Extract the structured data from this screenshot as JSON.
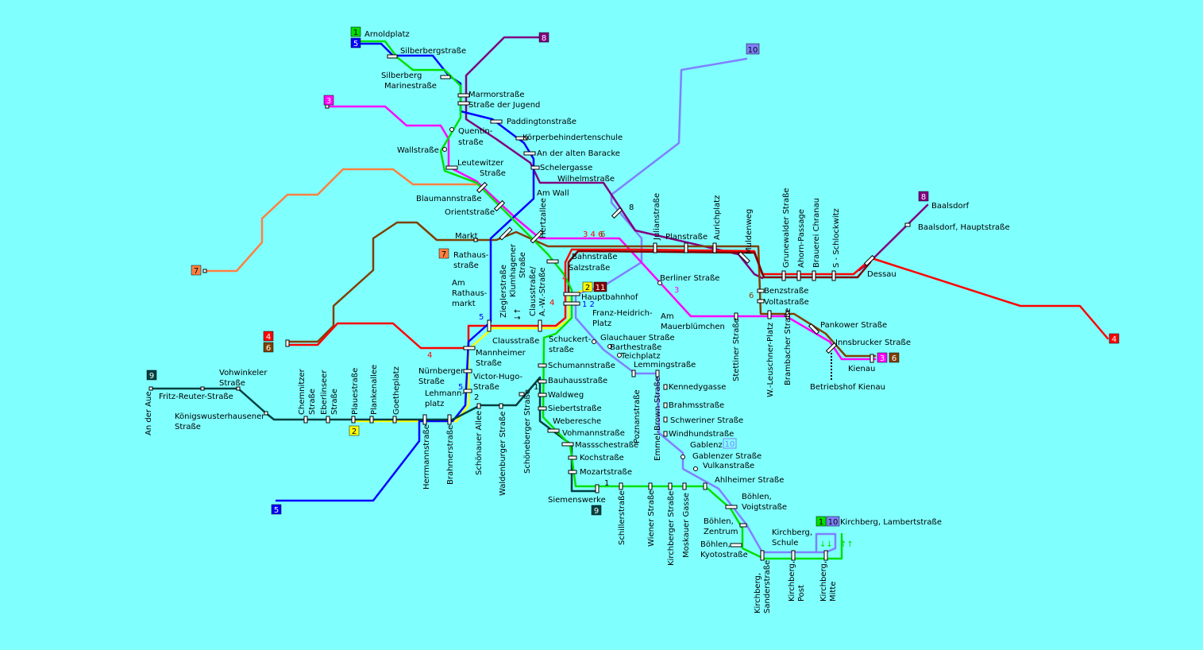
{
  "colors": {
    "background": "#80ffff",
    "line1": "#00e000",
    "line2": "#ffff00",
    "line3": "#ff00ff",
    "line4": "#ff0000",
    "line5": "#0000ff",
    "line6": "#804000",
    "line7": "#ff8040",
    "line8": "#800080",
    "line9": "#004040",
    "line10": "#8080ff",
    "line11": "#800000"
  },
  "line_badges": {
    "arnoldplatz_1": "1",
    "arnoldplatz_5": "5",
    "nord_8": "8",
    "nord_10": "10",
    "west_3": "3",
    "rathaus_7": "7",
    "west_7": "7",
    "west_4": "4",
    "west_6": "6",
    "west_9": "9",
    "west_2": "2",
    "sued_5": "5",
    "hbf_2": "2",
    "hbf_11": "11",
    "baalsdorf_8": "8",
    "ost_4": "4",
    "kienau_3": "3",
    "kienau_6": "6",
    "gablenz_10": "10",
    "siemens_9": "9",
    "kirchberg_1": "1",
    "kirchberg_10": "10"
  },
  "track_labels": {
    "l8": "8",
    "l346": "3 4 6",
    "l3": "3",
    "l6": "6",
    "l4a": "4",
    "l12": "1 2",
    "l5a": "5",
    "l4b": "4",
    "l5b": "5",
    "l2": "2",
    "l1a": "1",
    "l1b": "1",
    "updown_a": "↓↑",
    "updown_b": "↓↓",
    "updown_c": "↑↑"
  },
  "stations": {
    "arnoldplatz": "Arnoldplatz",
    "silberbergstrasse": "Silberbergstraße",
    "silberberg_1": "Silberberg",
    "silberberg_2": "Marinestraße",
    "marmorstrasse": "Marmorstraße",
    "strasse_der_jugend": "Straße der Jugend",
    "paddingtonstrasse": "Paddingtonstraße",
    "koerperbehindertenschule": "Körperbehindertenschule",
    "an_der_alten_baracke": "An der alten Baracke",
    "schelergasse": "Schelergasse",
    "wilhelmstrasse": "Wilhelmstraße",
    "am_wall": "Am Wall",
    "quentin_1": "Quentin-",
    "quentin_2": "straße",
    "wallstrasse": "Wallstraße",
    "leutewitzer_1": "Leutewitzer",
    "leutewitzer_2": "Straße",
    "blaumannstrasse": "Blaumannstraße",
    "orientstrasse": "Orientstraße",
    "markt": "Markt",
    "hertzallee": "Hertzallee",
    "rathausstrasse_1": "Rathaus-",
    "rathausstrasse_2": "straße",
    "am_rathausmarkt_1": "Am",
    "am_rathausmarkt_2": "Rathaus-",
    "am_rathausmarkt_3": "markt",
    "zieglerstrasse": "Zieglerstraße",
    "klumhagener_1": "Klumhagener",
    "klumhagener_2": "Straße",
    "clausstrasse_aw_1": "Clausstraße/",
    "clausstrasse_aw_2": "A.-W.-Straße",
    "bahnstrasse": "Bahnstraße",
    "salzstrasse": "Salzstraße",
    "hauptbahnhof": "Hauptbahnhof",
    "franz_heidrich_1": "Franz-Heidrich-",
    "franz_heidrich_2": "Platz",
    "clausstrasse": "Clausstraße",
    "schuckertstrasse_1": "Schuckert-",
    "schuckertstrasse_2": "straße",
    "glauchauer": "Glauchauer Straße",
    "barthestrasse": "Barthestraße",
    "teichplatz": "Teichplatz",
    "lemmingstrasse": "Lemmingstraße",
    "schumannstrasse": "Schumannstraße",
    "mannheimer_1": "Mannheimer",
    "mannheimer_2": "Straße",
    "nuernberger_1": "Nürnberger",
    "nuernberger_2": "Straße",
    "victor_hugo_1": "Victor-Hugo-",
    "victor_hugo_2": "Straße",
    "lehmannplatz_1": "Lehmann-",
    "lehmannplatz_2": "platz",
    "bauhausstrasse": "Bauhausstraße",
    "waldweg": "Waldweg",
    "siebertstrasse": "Siebertstraße",
    "weberesche": "Weberesche",
    "vohmannstrasse": "Vohmannstraße",
    "massschestrasse": "Massschestraße",
    "kochstrasse": "Kochstraße",
    "mozartstrasse": "Mozartstraße",
    "siemenswerke": "Siemenswerke",
    "julianstrasse": "Julianstraße",
    "planstrasse": "Planstraße",
    "aurichplatz": "Aurichplatz",
    "muldenweg": "Muldenweg",
    "grunewalder": "Grunewalder Straße",
    "ahorn_passage": "Ahorn-Passage",
    "brauerei_chranau": "Brauerei Chranau",
    "s_schlockwitz": "S - Schlockwitz",
    "dessau": "Dessau",
    "baalsdorf": "Baalsdorf",
    "baalsdorf_hauptstrasse": "Baalsdorf, Hauptstraße",
    "berliner_strasse": "Berliner Straße",
    "am_mauerbluemchen_1": "Am",
    "am_mauerbluemchen_2": "Mauerblümchen",
    "benzstrasse": "Benzstraße",
    "voltastrasse": "Voltastraße",
    "stettiner": "Stettiner Straße",
    "w_leuschner": "W.-Leuschner-Platz",
    "brambacher": "Brambacher Straße",
    "pankower": "Pankower Straße",
    "innsbrucker": "Innsbrucker Straße",
    "kienau": "Kienau",
    "betriebshof_kienau": "Betriebshof Kienau",
    "vohwinkeler_1": "Vohwinkeler",
    "vohwinkeler_2": "Straße",
    "fritz_reuter": "Fritz-Reuter-Straße",
    "an_der_aue": "An der Aue",
    "koenigswusterhausener_1": "Königswusterhausener",
    "koenigswusterhausener_2": "Straße",
    "chemnitzer_1": "Chemnitzer",
    "chemnitzer_2": "Straße",
    "eberlinseer_1": "Eberlinseer",
    "eberlinseer_2": "Straße",
    "plauestrasse": "Plauestraße",
    "plankenallee": "Plankenallee",
    "goetheplatz": "Goetheplatz",
    "herrmannstrasse": "Herrmannstraße",
    "brahmerstrasse": "Brahmerstraße",
    "schoenauer_allee": "Schönauer Allee",
    "waldenburger": "Waldenburger Straße",
    "schoeneberger": "Schöneberger Straße",
    "poznanstrasse": "Poznanstraße",
    "emmel_brown": "Emmel-Brown-Straße",
    "kennedygasse": "Kennedygasse",
    "brahmsstrasse": "Brahmsstraße",
    "schweriner": "Schweriner Straße",
    "windhundstrasse": "Windhundstraße",
    "gablenz": "Gablenz",
    "gablenzer": "Gablenzer Straße",
    "vulkanstrasse": "Vulkanstraße",
    "ahlheimer": "Ahlheimer Straße",
    "schillerstrasse": "Schillerstraße",
    "wiener": "Wiener Straße",
    "kirchberger": "Kirchberger Straße",
    "moskauer": "Moskauer Gasse",
    "boehlen_voigt_1": "Böhlen,",
    "boehlen_voigt_2": "Voigtstraße",
    "boehlen_zentrum_1": "Böhlen,",
    "boehlen_zentrum_2": "Zentrum",
    "boehlen_kyoto_1": "Böhlen,",
    "boehlen_kyoto_2": "Kyotostraße",
    "kirchberg_sander_1": "Kirchberg,",
    "kirchberg_sander_2": "Sanderstraße",
    "kirchberg_post_1": "Kirchberg,",
    "kirchberg_post_2": "Post",
    "kirchberg_mitte_1": "Kirchberg,",
    "kirchberg_mitte_2": "Mitte",
    "kirchberg_schule_1": "Kirchberg,",
    "kirchberg_schule_2": "Schule",
    "kirchberg_lambert": "Kirchberg, Lambertstraße"
  }
}
